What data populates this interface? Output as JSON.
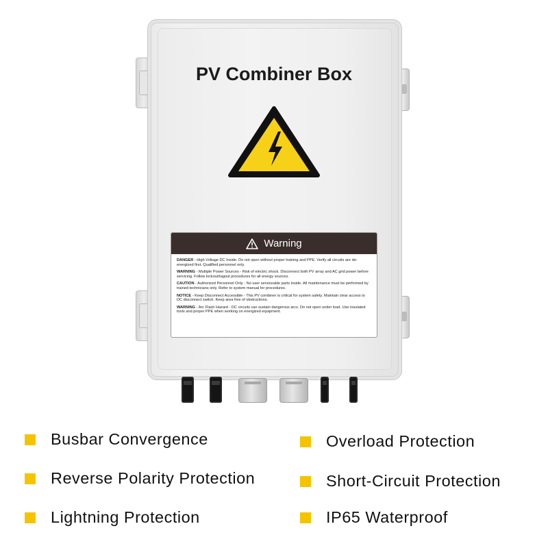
{
  "product": {
    "title": "PV Combiner Box",
    "hazard_icon": "high-voltage-warning-icon",
    "warning_label": {
      "header": "Warning",
      "header_icon": "warning-triangle-icon",
      "notes": [
        {
          "tag": "DANGER",
          "text": " - High Voltage DC Inside. Do not open without proper training and PPE. Verify all circuits are de-energized first. Qualified personnel only."
        },
        {
          "tag": "WARNING",
          "text": " - Multiple Power Sources - Risk of electric shock. Disconnect both PV array and AC grid power before servicing. Follow lockout/tagout procedures for all energy sources."
        },
        {
          "tag": "CAUTION",
          "text": " - Authorized Personnel Only - No user serviceable parts inside. All maintenance must be performed by trained technicians only. Refer to system manual for procedures."
        },
        {
          "tag": "NOTICE",
          "text": " - Keep Disconnect Accessible - This PV combiner is critical for system safety. Maintain clear access to DC disconnect switch. Keep area free of obstructions."
        },
        {
          "tag": "WARNING",
          "text": " - Arc Flash Hazard - DC circuits can sustain dangerous arcs. Do not open under load. Use insulated tools and proper PPE when working on energized equipment."
        }
      ]
    }
  },
  "features": [
    {
      "label": "Busbar Convergence"
    },
    {
      "label": "Overload Protection"
    },
    {
      "label": "Reverse Polarity Protection"
    },
    {
      "label": "Short-Circuit Protection"
    },
    {
      "label": "Lightning Protection"
    },
    {
      "label": "IP65 Waterproof"
    }
  ],
  "colors": {
    "bullet": "#f5c400",
    "hazard_yellow": "#f7d117",
    "label_header": "#3a2e2c"
  }
}
